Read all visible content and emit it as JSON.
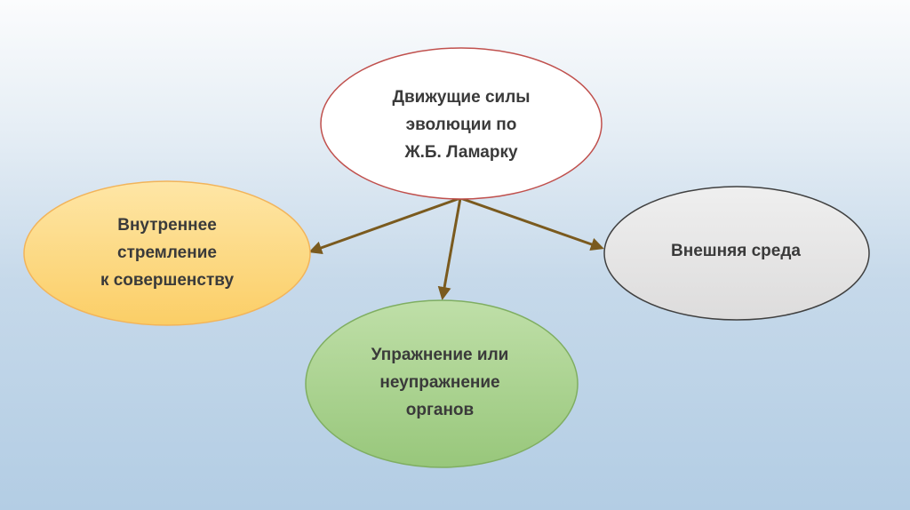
{
  "diagram": {
    "center": {
      "lines": [
        "Движущие силы",
        "эволюции по",
        "Ж.Б. Ламарку"
      ],
      "fill": "#ffffff",
      "stroke": "#c0504d"
    },
    "left": {
      "lines": [
        "Внутреннее",
        "стремление",
        "к совершенству"
      ],
      "fill": "#fcd77f",
      "stroke": "#f2b45a"
    },
    "bottom": {
      "lines": [
        "Упражнение или",
        "неупражнение",
        "органов"
      ],
      "fill": "#a9d18e",
      "stroke": "#7fae61"
    },
    "right": {
      "lines": [
        "Внешняя среда"
      ],
      "fill": "#e7e6e6",
      "stroke": "#404040"
    },
    "arrow_color": "#7a5a1e"
  }
}
